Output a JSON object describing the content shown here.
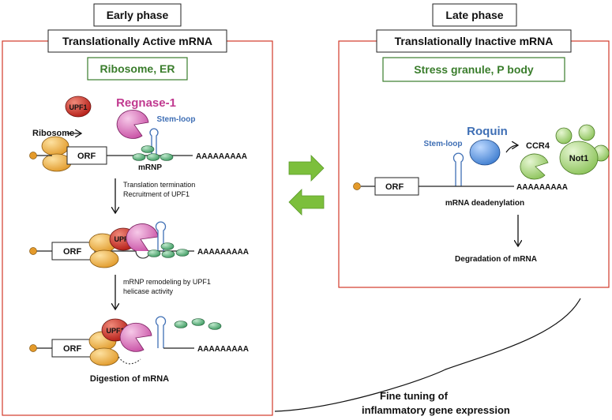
{
  "left_panel": {
    "phase_label": "Early phase",
    "header": "Translationally Active mRNA",
    "location": "Ribosome, ER",
    "step1": {
      "upf1": "UPF1",
      "regnase": "Regnase-1",
      "stem_loop": "Stem-loop",
      "ribosome": "Ribosome",
      "orf": "ORF",
      "mrnp": "mRNP",
      "polya": "AAAAAAAAA"
    },
    "arrow1_lines": [
      "Translation termination",
      "Recruitment of UPF1"
    ],
    "step2": {
      "upf1": "UPF1",
      "orf": "ORF",
      "polya": "AAAAAAAAA"
    },
    "arrow2_lines": [
      "mRNP remodeling by UPF1",
      "helicase activity"
    ],
    "step3": {
      "upf1": "UPF1",
      "orf": "ORF",
      "polya": "AAAAAAAAA"
    },
    "final_caption": "Digestion of mRNA"
  },
  "right_panel": {
    "phase_label": "Late phase",
    "header": "Translationally Inactive mRNA",
    "location": "Stress granule, P body",
    "roquin": "Roquin",
    "stem_loop": "Stem-loop",
    "ccr4": "CCR4",
    "not1": "Not1",
    "orf": "ORF",
    "polya": "AAAAAAAAA",
    "deadenylation": "mRNA deadenylation",
    "degradation": "Degradation of mRNA"
  },
  "bottom_caption_lines": [
    "Fine tuning of",
    "inflammatory gene expression"
  ],
  "colors": {
    "panel_border": "#d23a2a",
    "location_text": "#3a7d2c",
    "location_border": "#3a7d2c",
    "arrow_green": "#7cbf3c",
    "regnase_text": "#c0398f",
    "regnase_fill": "#d865b6",
    "roquin_text": "#3f6fb5",
    "roquin_fill": "#4f8ed9",
    "stem_loop_text": "#3f6fb5",
    "upf1_fill": "#c42c24",
    "ribosome_fill": "#e9a93a",
    "mrnp_fill": "#4aa36c",
    "ccr4_not1_fill": "#9ccc6a"
  }
}
